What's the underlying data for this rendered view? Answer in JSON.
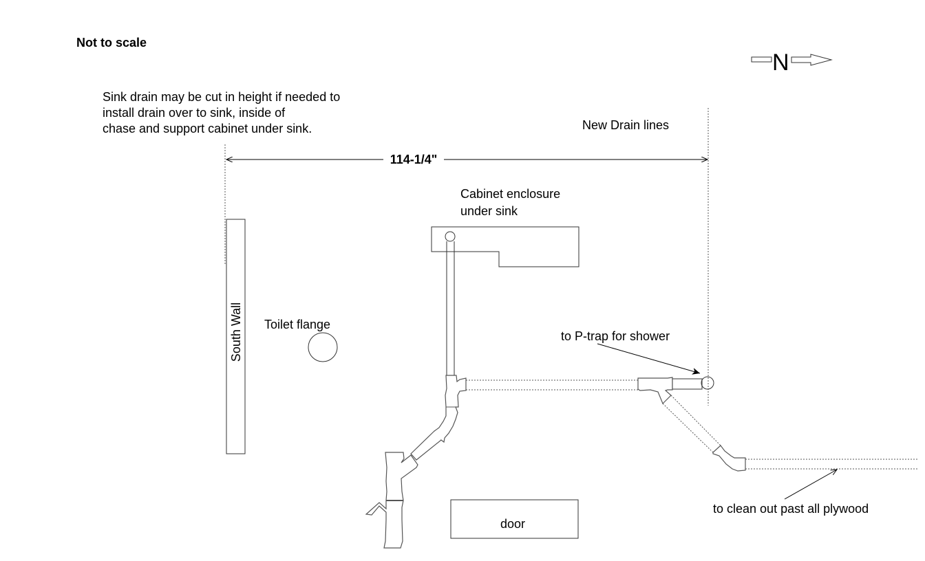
{
  "title_note": "Not to scale",
  "compass": {
    "label": "N"
  },
  "note_lines": [
    "Sink drain may be cut in height if needed to",
    "install drain over to sink, inside of",
    "chase and support cabinet under sink."
  ],
  "new_drain_label": "New Drain lines",
  "dimension": "114-1/4\"",
  "south_wall": "South Wall",
  "toilet_flange": "Toilet flange",
  "cabinet": [
    "Cabinet enclosure",
    "under sink"
  ],
  "p_trap": "to P-trap for shower",
  "clean_out": "to clean out past all plywood",
  "door": "door"
}
